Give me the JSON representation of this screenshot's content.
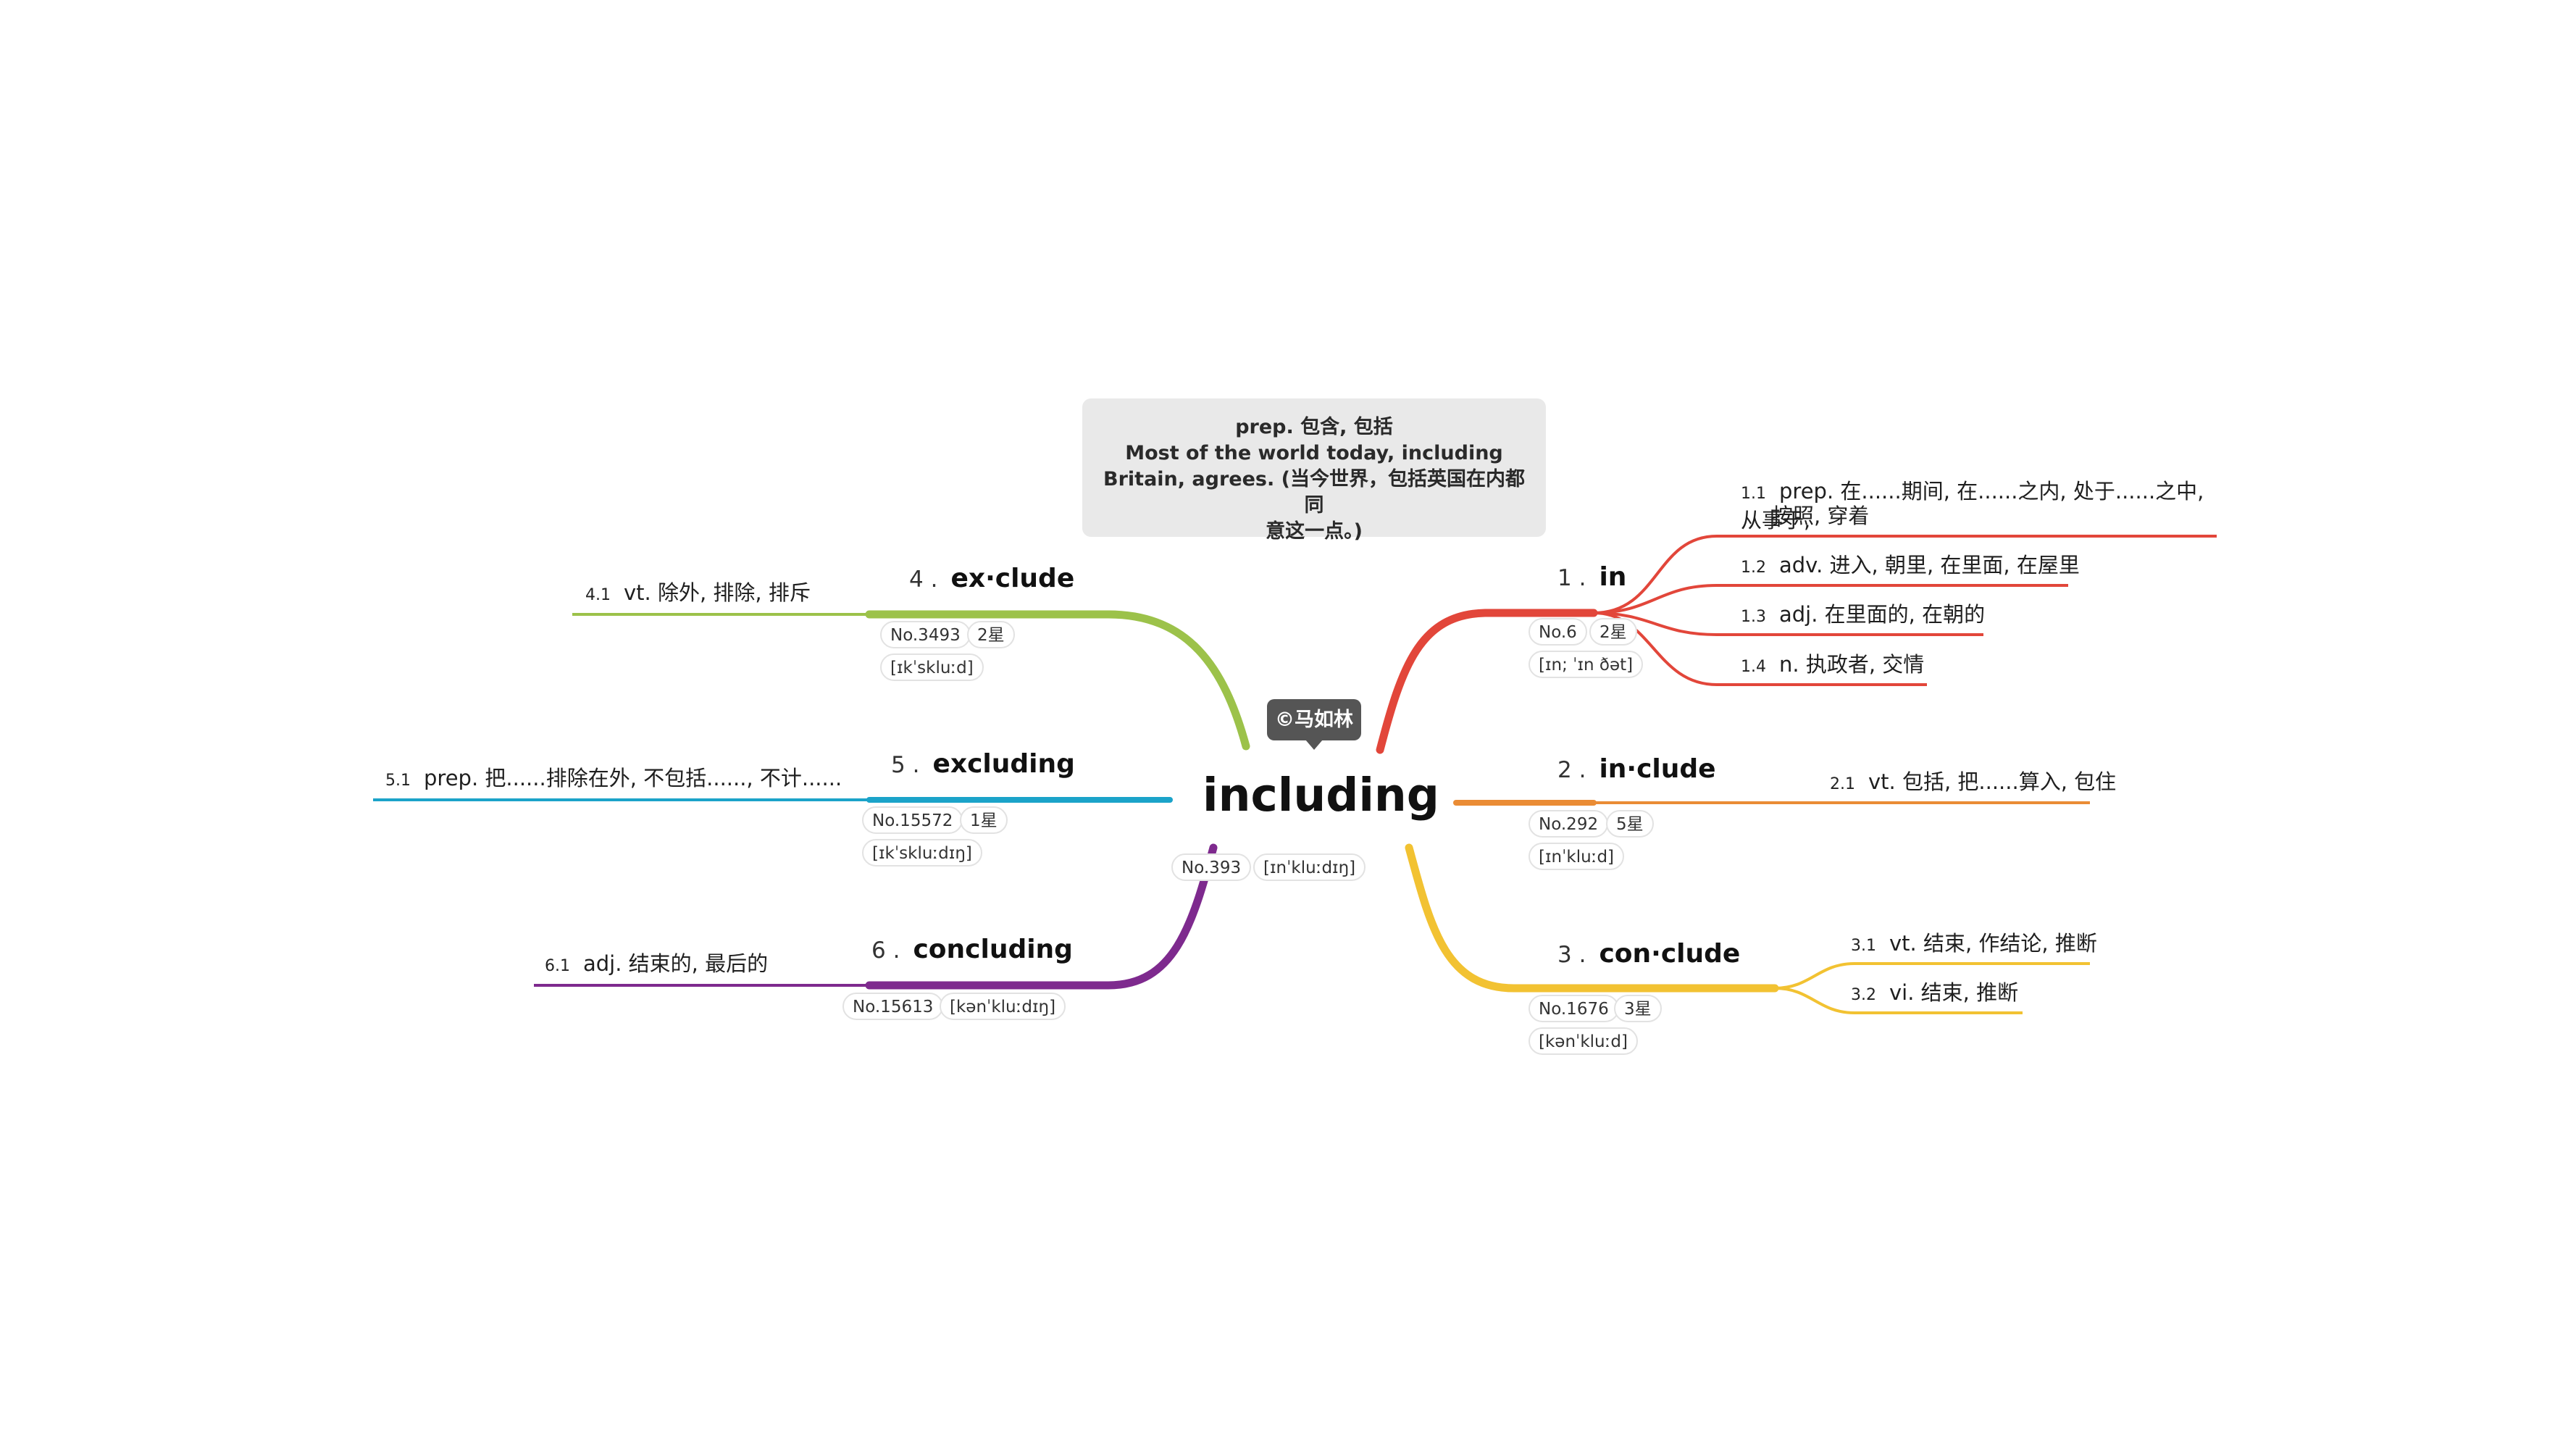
{
  "note": {
    "line1": "prep. 包含, 包括",
    "line2": "Most of the world today, including",
    "line3": "Britain, agrees. (当今世界，包括英国在内都同",
    "line4": "意这一点。)"
  },
  "central": {
    "word": "including",
    "no": "No.393",
    "phonetic": "[ɪnˈkluːdɪŋ]",
    "author_tag": "©马如林"
  },
  "branches": [
    {
      "num": "1 .",
      "word": "in",
      "color": "#e2463a",
      "no": "No.6",
      "stars": "2星",
      "phonetic": "[ɪn; ˈɪn ðət]",
      "senses": [
        {
          "num": "1.1",
          "text": "prep. 在......期间, 在......之内, 处于......之中, 从事于,",
          "text2": "按照, 穿着"
        },
        {
          "num": "1.2",
          "text": "adv. 进入, 朝里, 在里面, 在屋里"
        },
        {
          "num": "1.3",
          "text": "adj. 在里面的, 在朝的"
        },
        {
          "num": "1.4",
          "text": "n. 执政者, 交情"
        }
      ]
    },
    {
      "num": "2 .",
      "word": "in·clude",
      "color": "#ea8c35",
      "no": "No.292",
      "stars": "5星",
      "phonetic": "[ɪnˈkluːd]",
      "senses": [
        {
          "num": "2.1",
          "text": "vt. 包括, 把......算入, 包住"
        }
      ]
    },
    {
      "num": "3 .",
      "word": "con·clude",
      "color": "#f2c232",
      "no": "No.1676",
      "stars": "3星",
      "phonetic": "[kənˈkluːd]",
      "senses": [
        {
          "num": "3.1",
          "text": "vt. 结束, 作结论, 推断"
        },
        {
          "num": "3.2",
          "text": "vi. 结束, 推断"
        }
      ]
    },
    {
      "num": "4 .",
      "word": "ex·clude",
      "color": "#9cc24a",
      "no": "No.3493",
      "stars": "2星",
      "phonetic": "[ɪkˈskluːd]",
      "senses": [
        {
          "num": "4.1",
          "text": "vt. 除外, 排除, 排斥"
        }
      ]
    },
    {
      "num": "5 .",
      "word": "excluding",
      "color": "#1ba3c9",
      "no": "No.15572",
      "stars": "1星",
      "phonetic": "[ɪkˈskluːdɪŋ]",
      "senses": [
        {
          "num": "5.1",
          "text": "prep. 把......排除在外, 不包括......, 不计......"
        }
      ]
    },
    {
      "num": "6 .",
      "word": "concluding",
      "color": "#7e2a8e",
      "no": "No.15613",
      "phonetic": "[kənˈkluːdɪŋ]",
      "senses": [
        {
          "num": "6.1",
          "text": "adj. 结束的, 最后的"
        }
      ]
    }
  ]
}
